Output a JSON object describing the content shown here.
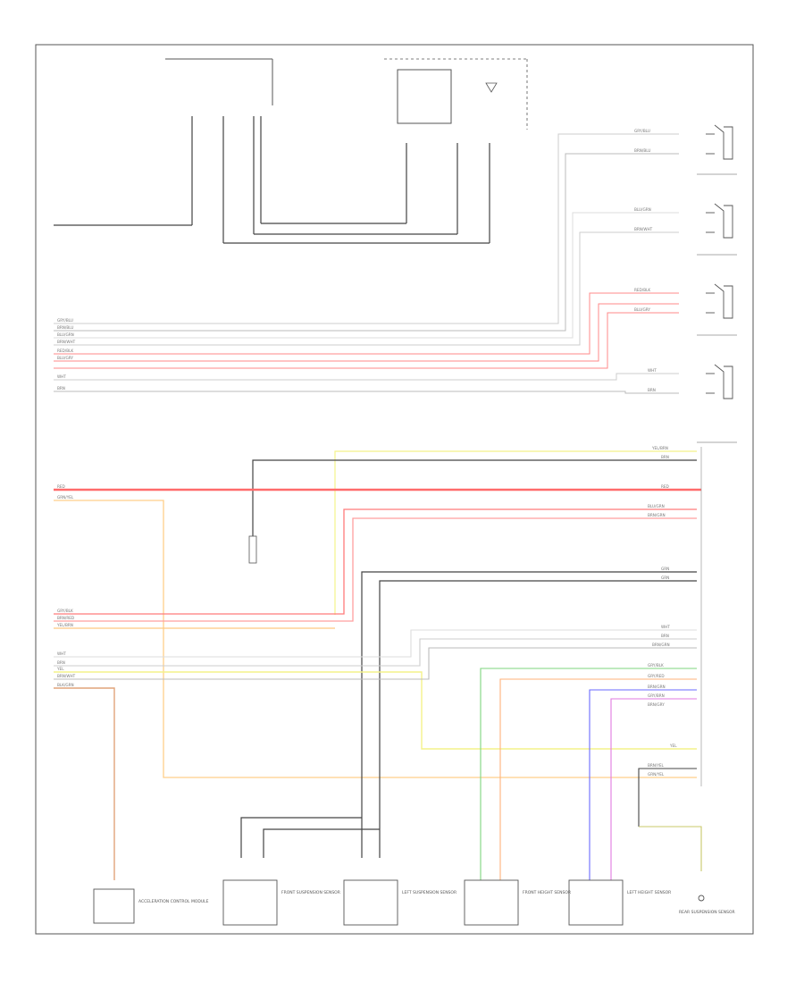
{
  "diagram": {
    "left_labels": [
      "GRY/BLU",
      "BRN/BLU",
      "BLU/GRN",
      "BRN/WHT",
      "RED/BLK",
      "BLU/GRY",
      "WHT",
      "BRN",
      "RED",
      "GRN/YEL",
      "GRY/BLK",
      "BRN/RED",
      "YEL/BRN",
      "WHT",
      "BRN",
      "YEL",
      "BRN/WHT",
      "BLK/GRN"
    ],
    "right_wire_labels": [
      "GRY/BLU",
      "BRN/BLU",
      "BLU/GRN",
      "BRN/WHT",
      "RED/BLK",
      "BLU/GRY",
      "WHT",
      "BRN",
      "YEL/BRN",
      "BRN",
      "RED",
      "BLU/GRN",
      "BRN/GRN",
      "GRN",
      "GRN",
      "WHT",
      "BRN",
      "BRN/GRN",
      "GRY/BLK",
      "GRY/RED",
      "BRN/GRN",
      "GRY/BRN",
      "BRN/GRY",
      "YEL",
      "BRN/YEL",
      "GRN/YEL"
    ],
    "bottom_components": [
      "ACCELERATION CONTROL MODULE",
      "FRONT SUSPENSION SENSOR",
      "LEFT SUSPENSION SENSOR",
      "FRONT HEIGHT SENSOR",
      "LEFT HEIGHT SENSOR",
      "REAR SUSPENSION SENSOR"
    ]
  }
}
